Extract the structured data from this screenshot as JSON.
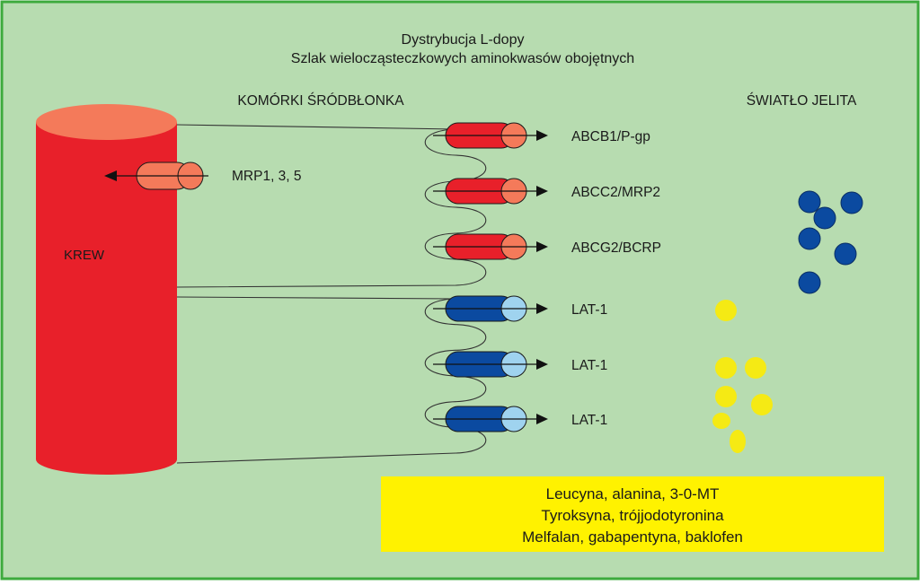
{
  "title": {
    "line1": "Dystrybucja L-dopy",
    "line2": "Szlak wielocząsteczkowych aminokwasów obojętnych"
  },
  "headers": {
    "endothelium": "KOMÓRKI ŚRÓDBŁONKA",
    "lumen": "ŚWIATŁO JELITA"
  },
  "blood_label": "KREW",
  "mrp_label": "MRP1, 3, 5",
  "transporters": [
    {
      "label": "ABCB1/P-gp",
      "kind": "efflux"
    },
    {
      "label": "ABCC2/MRP2",
      "kind": "efflux"
    },
    {
      "label": "ABCG2/BCRP",
      "kind": "efflux"
    },
    {
      "label": "LAT-1",
      "kind": "influx"
    },
    {
      "label": "LAT-1",
      "kind": "influx"
    },
    {
      "label": "LAT-1",
      "kind": "influx"
    }
  ],
  "substrates_box": {
    "lines": [
      "Leucyna, alanina, 3-0-MT",
      "Tyroksyna, trójjodotyronina",
      "Melfalan, gabapentyna, baklofen"
    ]
  },
  "colors": {
    "background": "#b7dcb0",
    "frame": "#3daa3d",
    "blood_red": "#e8202a",
    "blood_top": "#f47a5a",
    "efflux_body": "#e8202a",
    "efflux_cap": "#f47a5a",
    "influx_body": "#0b4aa0",
    "influx_cap": "#9fd3ef",
    "blue_dot": "#0b4aa0",
    "yellow_dot": "#f5ea14",
    "box_fill": "#fff200"
  }
}
